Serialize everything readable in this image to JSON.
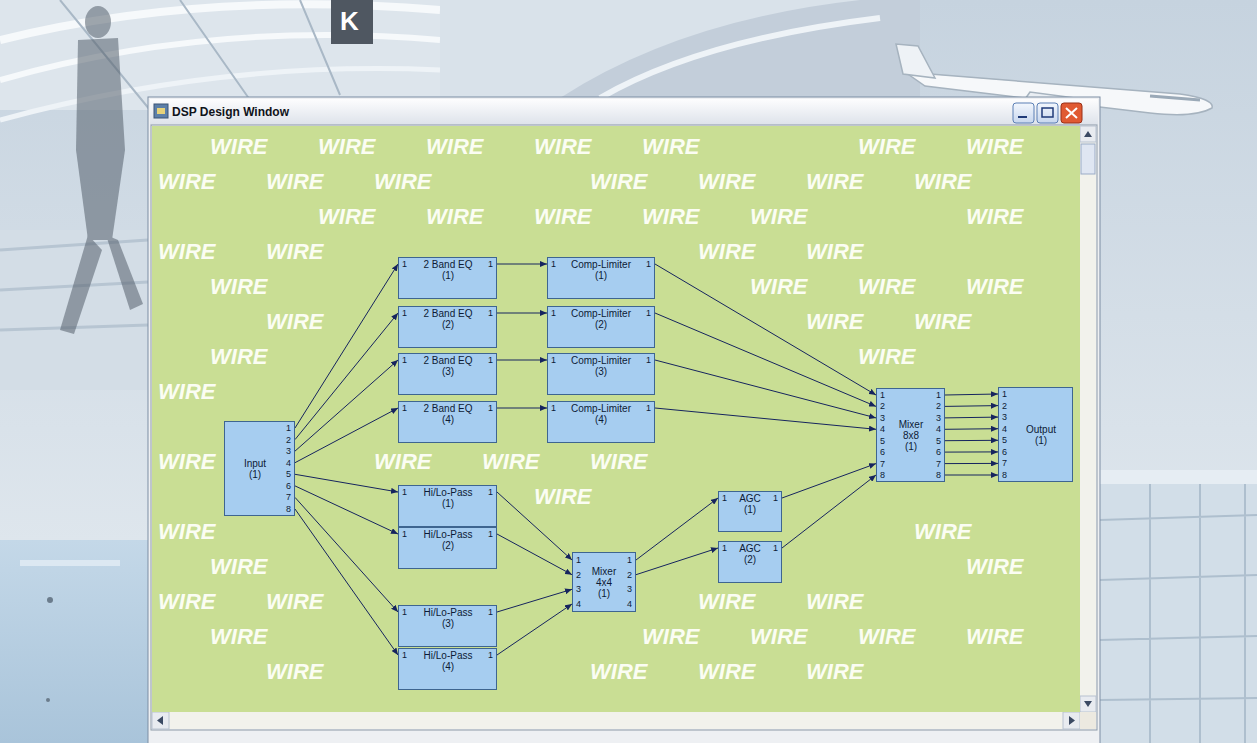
{
  "diagram": {
    "title": "DSP Design Window",
    "nodes": [
      {
        "text": [
          "Input (1)",
          "1",
          "2",
          "3",
          "4",
          "5",
          "6",
          "7",
          "8"
        ]
      },
      {
        "text": [
          "2 Band EQ (1)",
          "1",
          "1"
        ]
      },
      {
        "text": [
          "2 Band EQ (2)",
          "1",
          "1"
        ]
      },
      {
        "text": [
          "2 Band EQ (3)",
          "1",
          "1"
        ]
      },
      {
        "text": [
          "2 Band EQ (4)",
          "1",
          "1"
        ]
      },
      {
        "text": [
          "Comp-Limiter (1)",
          "1",
          "1"
        ]
      },
      {
        "text": [
          "Comp-Limiter (2)",
          "1",
          "1"
        ]
      },
      {
        "text": [
          "Comp-Limiter (3)",
          "1",
          "1"
        ]
      },
      {
        "text": [
          "Comp-Limiter (4)",
          "1",
          "1"
        ]
      },
      {
        "text": [
          "Hi/Lo-Pass (1)",
          "1",
          "1"
        ]
      },
      {
        "text": [
          "Hi/Lo-Pass (2)",
          "1",
          "1"
        ]
      },
      {
        "text": [
          "Hi/Lo-Pass (3)",
          "1",
          "1"
        ]
      },
      {
        "text": [
          "Hi/Lo-Pass (4)",
          "1",
          "1"
        ]
      },
      {
        "text": [
          "Mixer 4x4 (1)",
          "1",
          "2",
          "3",
          "4",
          "1",
          "2",
          "3",
          "4"
        ]
      },
      {
        "text": [
          "AGC (1)",
          "1",
          "1"
        ]
      },
      {
        "text": [
          "AGC (2)",
          "1",
          "1"
        ]
      },
      {
        "text": [
          "Mixer 8x8 (1)",
          "1",
          "2",
          "3",
          "4",
          "5",
          "6",
          "7",
          "8",
          "1",
          "2",
          "3",
          "4",
          "5",
          "6",
          "7",
          "8"
        ]
      },
      {
        "text": [
          "Output (1)",
          "1",
          "2",
          "3",
          "4",
          "5",
          "6",
          "7",
          "8"
        ]
      }
    ],
    "edges": [
      {
        "from": 0,
        "to": 1,
        "arrow": "to"
      },
      {
        "from": 0,
        "to": 2,
        "arrow": "to"
      },
      {
        "from": 0,
        "to": 3,
        "arrow": "to"
      },
      {
        "from": 0,
        "to": 4,
        "arrow": "to"
      },
      {
        "from": 0,
        "to": 9,
        "arrow": "to"
      },
      {
        "from": 0,
        "to": 10,
        "arrow": "to"
      },
      {
        "from": 0,
        "to": 11,
        "arrow": "to"
      },
      {
        "from": 0,
        "to": 12,
        "arrow": "to"
      },
      {
        "from": 1,
        "to": 5,
        "arrow": "to"
      },
      {
        "from": 2,
        "to": 6,
        "arrow": "to"
      },
      {
        "from": 3,
        "to": 7,
        "arrow": "to"
      },
      {
        "from": 4,
        "to": 8,
        "arrow": "to"
      },
      {
        "from": 5,
        "to": 16,
        "arrow": "to"
      },
      {
        "from": 6,
        "to": 16,
        "arrow": "to"
      },
      {
        "from": 7,
        "to": 16,
        "arrow": "to"
      },
      {
        "from": 8,
        "to": 16,
        "arrow": "to"
      },
      {
        "from": 9,
        "to": 13,
        "arrow": "to"
      },
      {
        "from": 10,
        "to": 13,
        "arrow": "to"
      },
      {
        "from": 11,
        "to": 13,
        "arrow": "to"
      },
      {
        "from": 12,
        "to": 13,
        "arrow": "to"
      },
      {
        "from": 13,
        "to": 14,
        "arrow": "to"
      },
      {
        "from": 13,
        "to": 15,
        "arrow": "to"
      },
      {
        "from": 14,
        "to": 16,
        "arrow": "to"
      },
      {
        "from": 15,
        "to": 16,
        "arrow": "to"
      },
      {
        "from": 16,
        "to": 17,
        "arrow": "to"
      },
      {
        "from": 16,
        "to": 17,
        "arrow": "to"
      },
      {
        "from": 16,
        "to": 17,
        "arrow": "to"
      },
      {
        "from": 16,
        "to": 17,
        "arrow": "to"
      },
      {
        "from": 16,
        "to": 17,
        "arrow": "to"
      },
      {
        "from": 16,
        "to": 17,
        "arrow": "to"
      },
      {
        "from": 16,
        "to": 17,
        "arrow": "to"
      },
      {
        "from": 16,
        "to": 17,
        "arrow": "to"
      }
    ],
    "labels": [
      "K",
      "WIRE",
      "WIRE",
      "WIRE",
      "WIRE",
      "WIRE",
      "WIRE",
      "WIRE",
      "WIRE",
      "WIRE",
      "WIRE",
      "WIRE",
      "WIRE",
      "WIRE",
      "WIRE",
      "WIRE",
      "WIRE",
      "WIRE",
      "WIRE",
      "WIRE",
      "WIRE",
      "WIRE",
      "WIRE",
      "WIRE",
      "WIRE",
      "WIRE",
      "WIRE",
      "WIRE",
      "WIRE",
      "WIRE",
      "WIRE",
      "WIRE",
      "WIRE",
      "WIRE",
      "WIRE",
      "WIRE",
      "WIRE",
      "WIRE",
      "WIRE",
      "WIRE",
      "WIRE",
      "WIRE",
      "WIRE",
      "WIRE",
      "WIRE",
      "WIRE",
      "WIRE",
      "WIRE",
      "WIRE",
      "WIRE",
      "WIRE",
      "WIRE",
      "WIRE",
      "WIRE",
      "WIRE",
      "WIRE",
      "WIRE"
    ]
  }
}
